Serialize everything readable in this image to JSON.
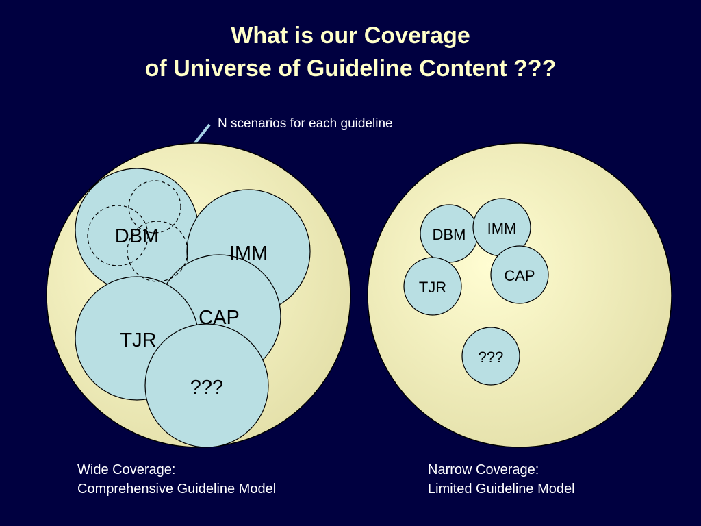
{
  "title": {
    "line1": "What is our Coverage",
    "line2": "of Universe of Guideline Content ???"
  },
  "annotation": "N scenarios for each guideline",
  "wide": {
    "labels": {
      "dbm": "DBM",
      "imm": "IMM",
      "cap": "CAP",
      "tjr": "TJR",
      "unknown": "???"
    },
    "caption_line1": "Wide Coverage:",
    "caption_line2": "Comprehensive Guideline Model"
  },
  "narrow": {
    "labels": {
      "dbm": "DBM",
      "imm": "IMM",
      "cap": "CAP",
      "tjr": "TJR",
      "unknown": "???"
    },
    "caption_line1": "Narrow Coverage:",
    "caption_line2": "Limited Guideline Model"
  },
  "colors": {
    "background": "#000040",
    "title": "#ffffc8",
    "universe_fill": "#f6f3c0",
    "guideline_fill": "#b9dfe3",
    "arrow": "#a6d2e6",
    "text": "#ffffff"
  }
}
